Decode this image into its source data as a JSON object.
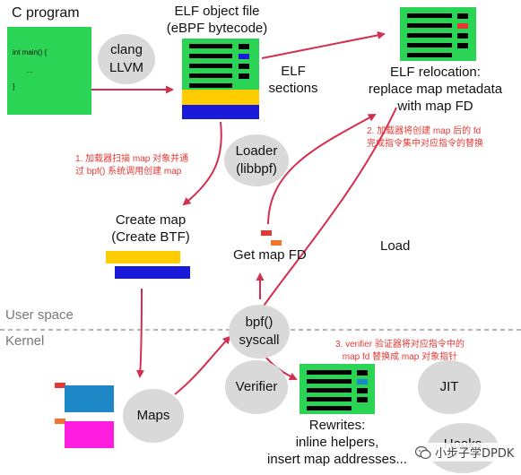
{
  "c_program": {
    "title": "C program",
    "code": [
      "int main() {",
      "...",
      "}"
    ]
  },
  "compiler": {
    "line1": "clang",
    "line2": "LLVM"
  },
  "elf_object": {
    "line1": "ELF object file",
    "line2": "(eBPF bytecode)"
  },
  "elf_sections": {
    "line1": "ELF",
    "line2": "sections"
  },
  "elf_relocation": {
    "line1": "ELF relocation:",
    "line2": "replace map metadata",
    "line3": "with map FD"
  },
  "loader": {
    "line1": "Loader",
    "line2": "(libbpf)"
  },
  "note1": {
    "line1": "1. 加载器扫描 map 对象并通",
    "line2": "过 bpf() 系统调用创建 map"
  },
  "note2": {
    "line1": "2. 加载器将创建 map 后的 fd",
    "line2": "完成指令集中对应指令的替换"
  },
  "note3": {
    "line1": "3. verifier 验证器将对应指令中的",
    "line2": "map fd 替换成 map 对象指针"
  },
  "create_map": {
    "line1": "Create map",
    "line2": "(Create BTF)"
  },
  "get_map_fd": "Get map FD",
  "load": "Load",
  "user_space": "User space",
  "kernel": "Kernel",
  "syscall": {
    "line1": "bpf()",
    "line2": "syscall"
  },
  "maps": "Maps",
  "verifier": "Verifier",
  "jit": "JIT",
  "hooks": "Hooks",
  "rewrites": {
    "line1": "Rewrites:",
    "line2": "inline helpers,",
    "line3": "insert map addresses..."
  },
  "watermark": "小步子学DPDK",
  "colors": {
    "green": "#2bd455",
    "gray_bubble": "#d9d9d9",
    "arrow_red": "#d32f4f",
    "note_red": "#e53935",
    "yellow": "#ffcc00",
    "blue": "#1a1adb",
    "cyan": "#1e88c7",
    "magenta": "#ff1ee0",
    "orange": "#f5722b"
  }
}
